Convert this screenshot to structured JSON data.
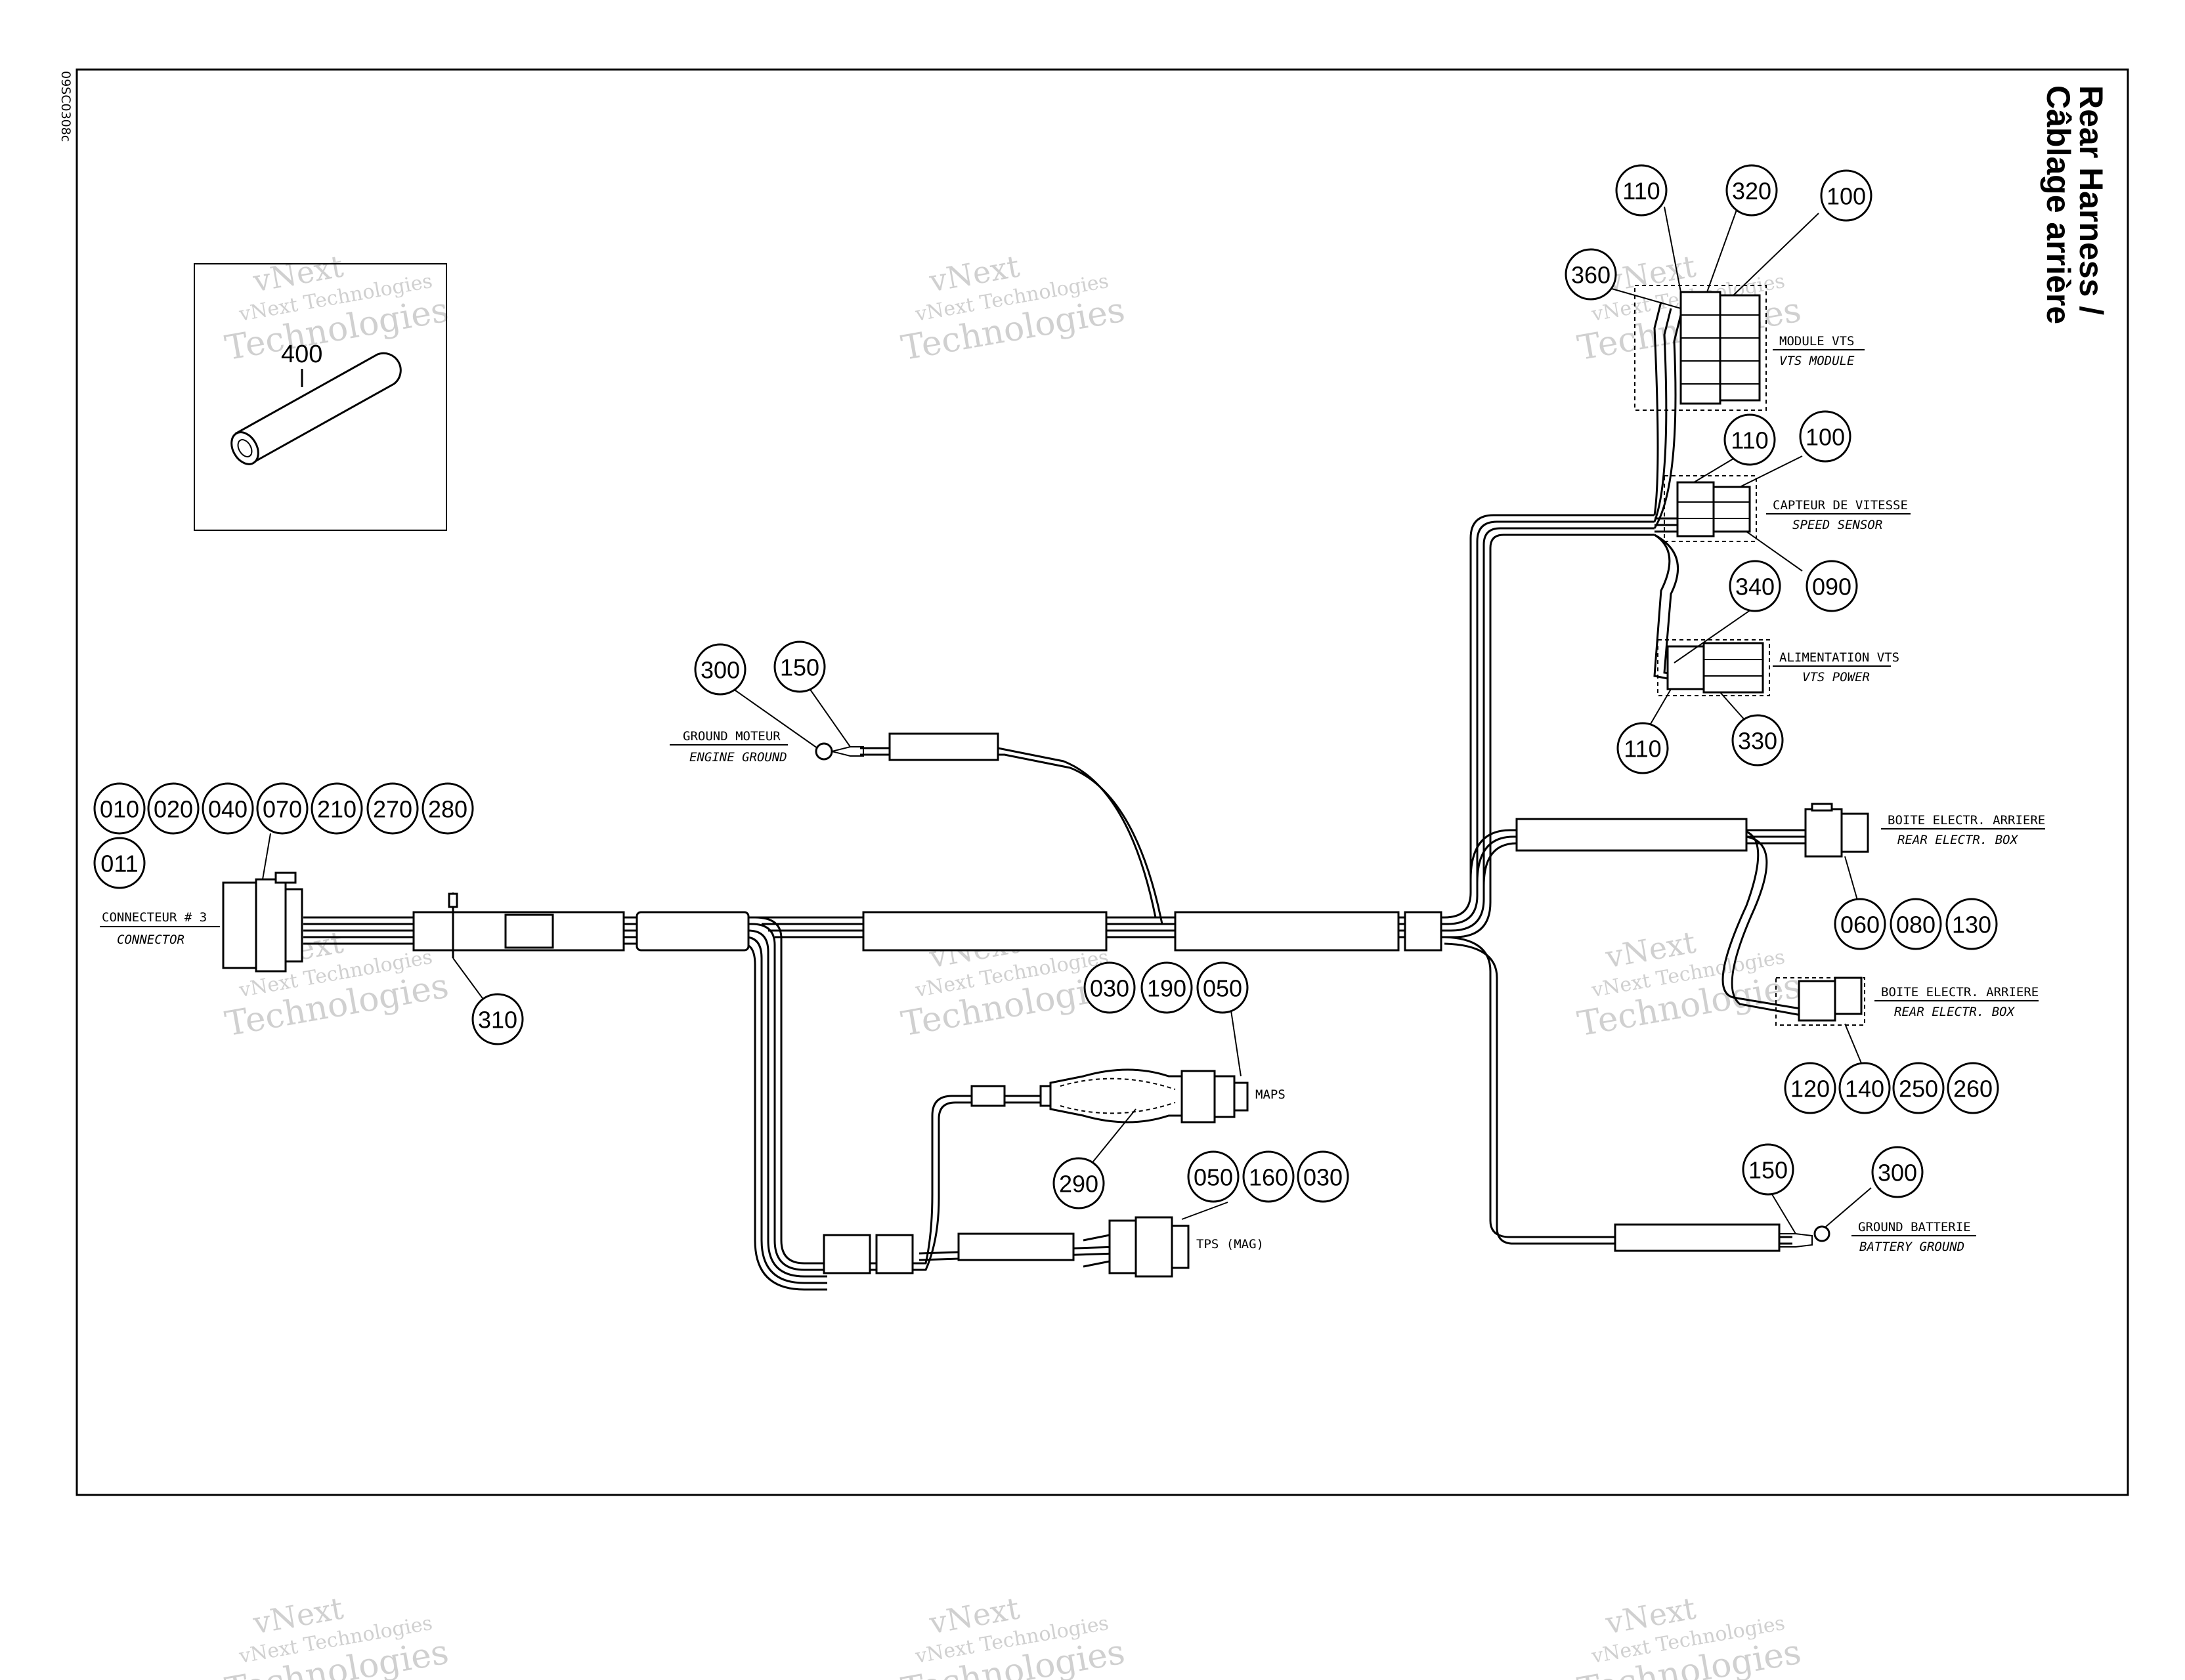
{
  "code": "09SC0308c",
  "title": {
    "line1": "Rear Harness /",
    "line2": "Câblage arrière"
  },
  "kit": {
    "part": "400"
  },
  "watermark": {
    "line1": "vNext",
    "line2": "vNext Technologies",
    "line3": "Technologies"
  },
  "components": {
    "connector3": {
      "fr": "CONNECTEUR # 3",
      "en": "CONNECTOR"
    },
    "engine_ground": {
      "fr": "GROUND MOTEUR",
      "en": "ENGINE GROUND"
    },
    "vts_module": {
      "fr": "MODULE VTS",
      "en": "VTS MODULE"
    },
    "speed_sensor": {
      "fr": "CAPTEUR DE VITESSE",
      "en": "SPEED SENSOR"
    },
    "vts_power": {
      "fr": "ALIMENTATION VTS",
      "en": "VTS POWER"
    },
    "rear_box_1": {
      "fr": "BOITE ELECTR. ARRIERE",
      "en": "REAR ELECTR. BOX"
    },
    "rear_box_2": {
      "fr": "BOITE ELECTR. ARRIERE",
      "en": "REAR ELECTR. BOX"
    },
    "maps": "MAPS",
    "tps": "TPS (MAG)",
    "battery_ground": {
      "fr": "GROUND BATTERIE",
      "en": "BATTERY GROUND"
    }
  },
  "callouts": {
    "c010": "010",
    "c020": "020",
    "c040": "040",
    "c070": "070",
    "c210": "210",
    "c270": "270",
    "c280": "280",
    "c011": "011",
    "c310": "310",
    "c300a": "300",
    "c150a": "150",
    "c110a": "110",
    "c320": "320",
    "c100a": "100",
    "c360": "360",
    "c110b": "110",
    "c100b": "100",
    "c090": "090",
    "c340": "340",
    "c110c": "110",
    "c330": "330",
    "c060": "060",
    "c080": "080",
    "c130": "130",
    "c120": "120",
    "c140": "140",
    "c250": "250",
    "c260": "260",
    "c150b": "150",
    "c300b": "300",
    "c030a": "030",
    "c190": "190",
    "c050a": "050",
    "c290": "290",
    "c050b": "050",
    "c160": "160",
    "c030b": "030"
  }
}
